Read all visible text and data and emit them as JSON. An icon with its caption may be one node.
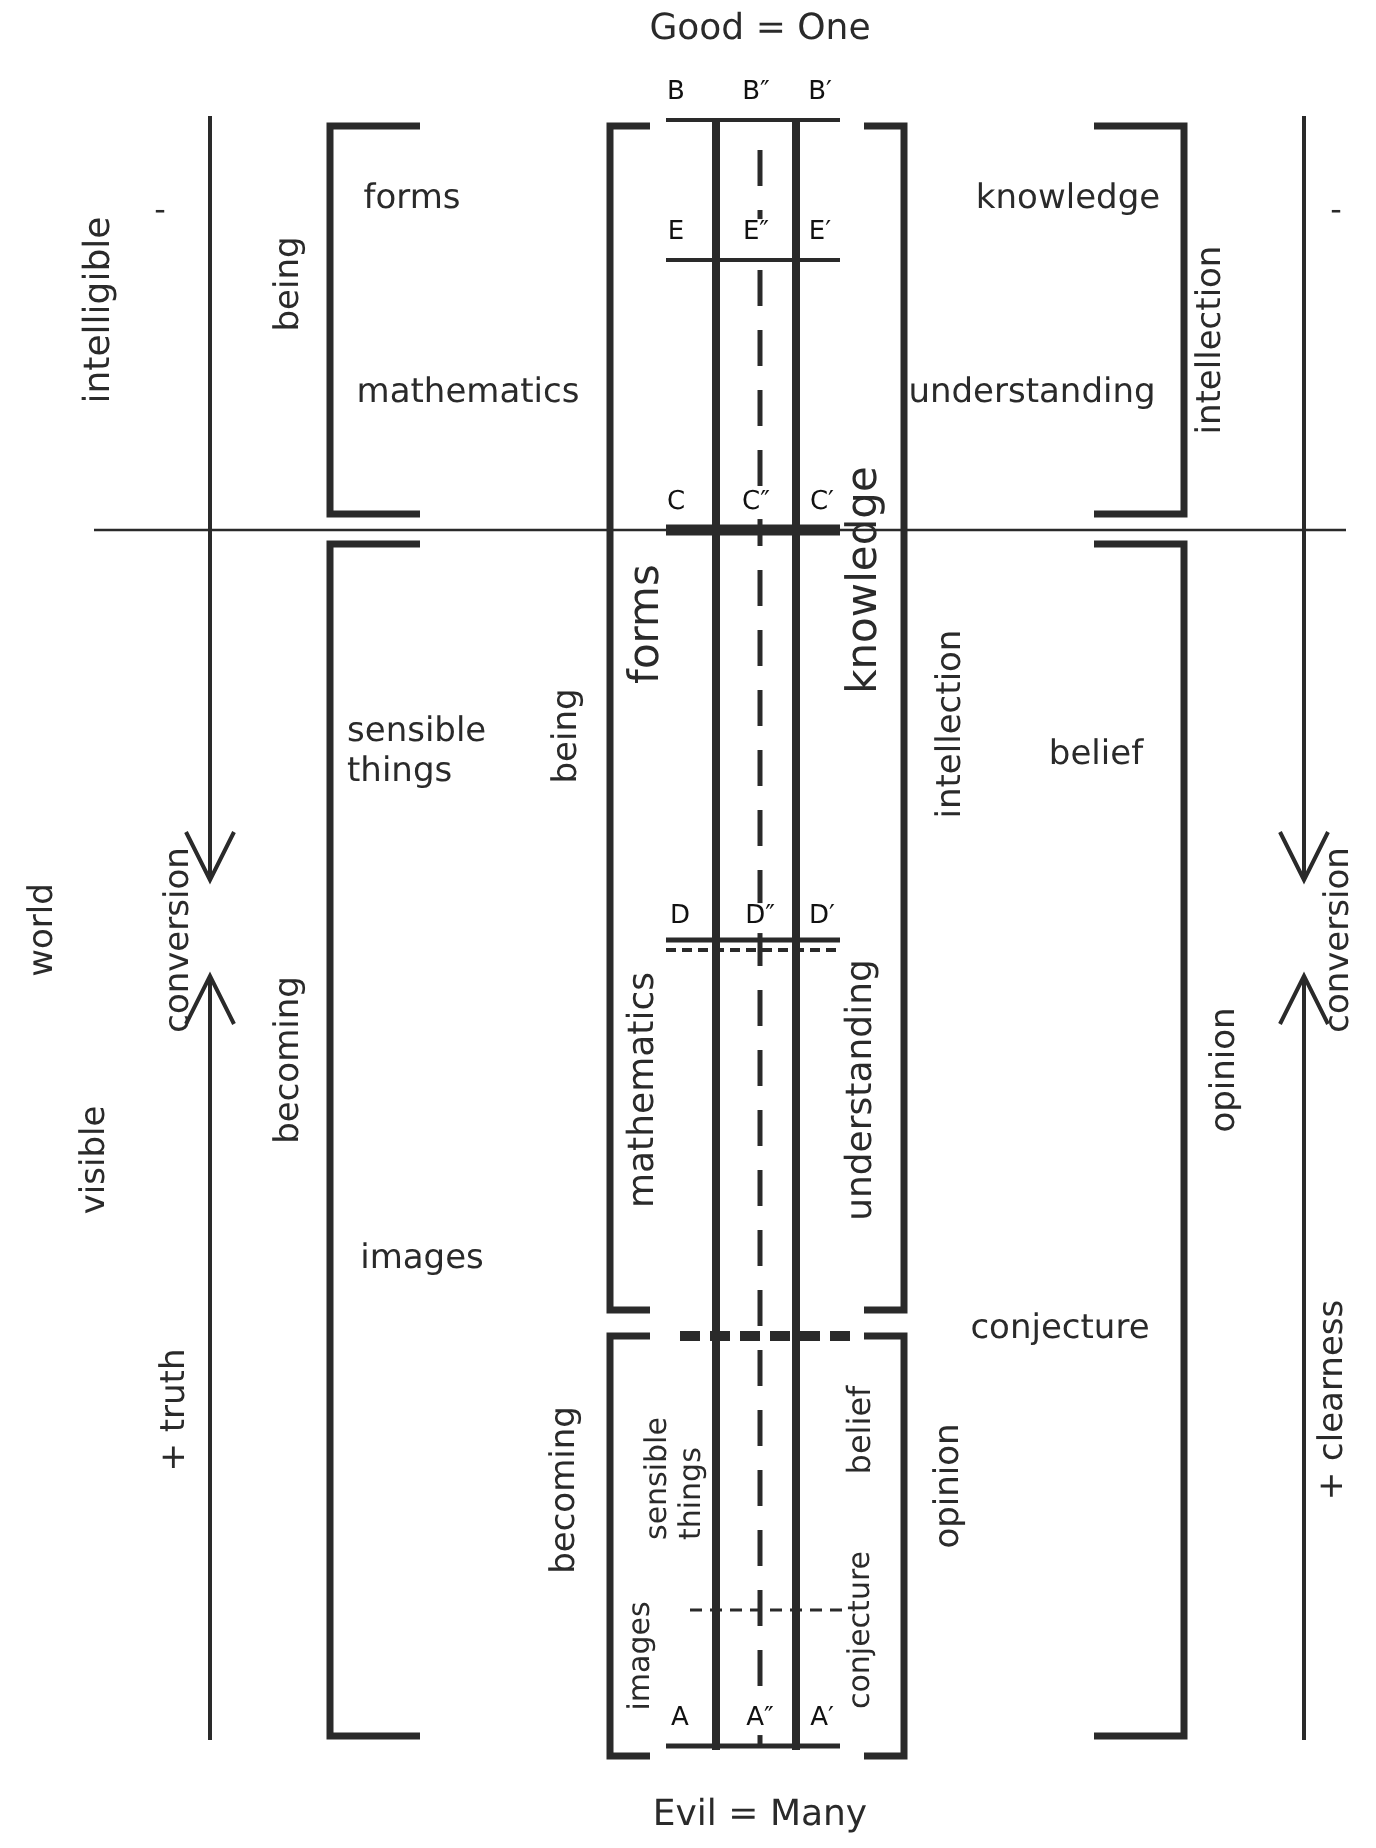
{
  "diagram": {
    "labels": [
      "Good = One",
      "B",
      "B″",
      "B′",
      "intelligible",
      "-",
      "being",
      "forms",
      "E",
      "E″",
      "E′",
      "knowledge",
      "intellection",
      "-",
      "mathematics",
      "understanding",
      "C",
      "C″",
      "C′",
      "forms",
      "knowledge",
      "sensible things",
      "being",
      "intellection",
      "belief",
      "world",
      "conversion",
      "conversion",
      "D",
      "D″",
      "D′",
      "visible",
      "becoming",
      "opinion",
      "mathematics",
      "understanding",
      "images",
      "conjecture",
      "+ truth",
      "+ clearness",
      "becoming",
      "sensible things",
      "belief",
      "opinion",
      "images",
      "conjecture",
      "A",
      "A″",
      "A′",
      "Evil = Many"
    ]
  }
}
